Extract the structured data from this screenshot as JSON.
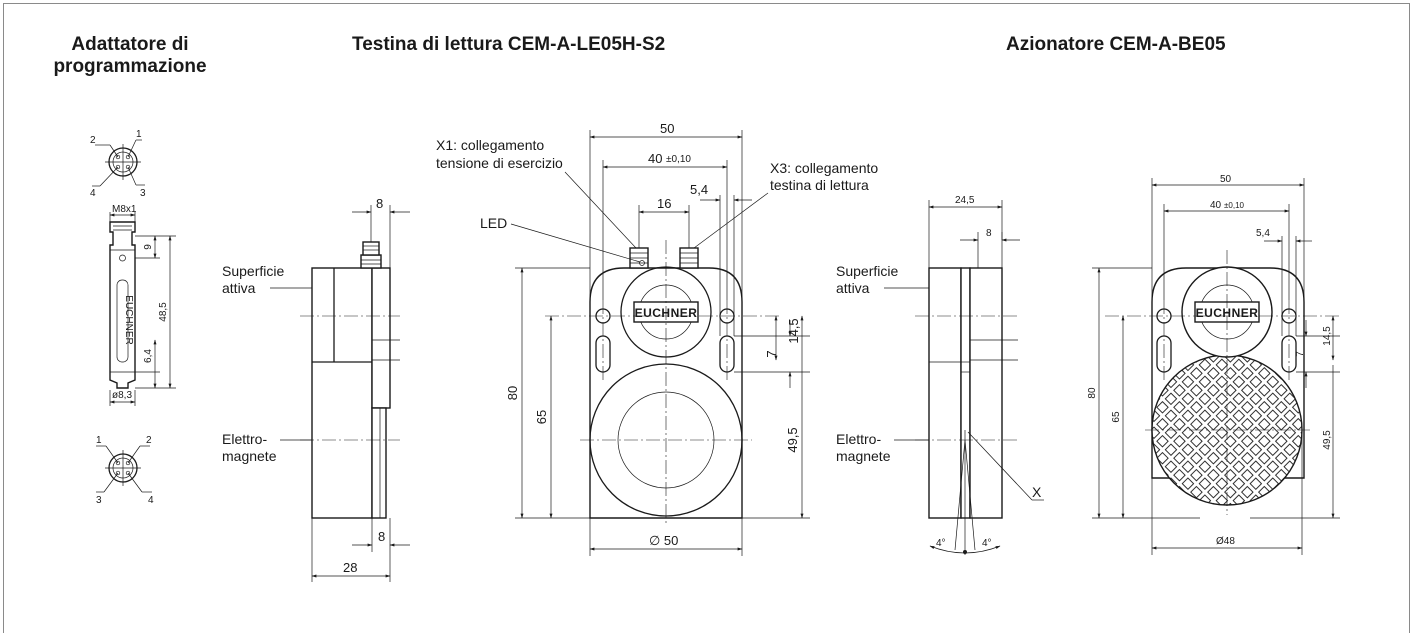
{
  "titles": {
    "adapter_line1": "Adattatore di",
    "adapter_line2": "programmazione",
    "reader": "Testina di lettura CEM-A-LE05H-S2",
    "actuator": "Azionatore CEM-A-BE05"
  },
  "adapter": {
    "pin_top": [
      "1",
      "2",
      "3",
      "4"
    ],
    "pin_bottom": [
      "1",
      "2",
      "3",
      "4"
    ],
    "thread": "M8x1",
    "dim_9": "9",
    "dim_48_5": "48,5",
    "dim_6_4": "6,4",
    "dim_dia": "ø8,3"
  },
  "reader": {
    "surface_l1": "Superficie",
    "surface_l2": "attiva",
    "magnet_l1": "Elettro-",
    "magnet_l2": "magnete",
    "dim_side_8_top": "8",
    "dim_side_8_bot": "8",
    "dim_side_28": "28",
    "x1_l1": "X1: collegamento",
    "x1_l2": "tensione di esercizio",
    "x3_l1": "X3: collegamento",
    "x3_l2": "testina di lettura",
    "led": "LED",
    "dim_50": "50",
    "dim_40": "40",
    "tol_40": "±0,10",
    "dim_16": "16",
    "dim_5_4": "5,4",
    "dim_80": "80",
    "dim_65": "65",
    "dim_14_5": "14,5",
    "dim_7": "7",
    "dim_49_5": "49,5",
    "dim_dia50": "∅ 50",
    "logo": "EUCHNER"
  },
  "actuator": {
    "surface_l1": "Superficie",
    "surface_l2": "attiva",
    "magnet_l1": "Elettro-",
    "magnet_l2": "magnete",
    "dim_24_5": "24,5",
    "dim_8": "8",
    "label_x": "X",
    "angle_left": "4°",
    "angle_right": "4°",
    "dim_50": "50",
    "dim_40": "40",
    "tol_40": "±0,10",
    "dim_5_4": "5,4",
    "dim_80": "80",
    "dim_65": "65",
    "dim_14_5": "14,5",
    "dim_7": "7",
    "dim_49_5": "49,5",
    "dim_dia48": "Ø48",
    "logo": "EUCHNER"
  }
}
